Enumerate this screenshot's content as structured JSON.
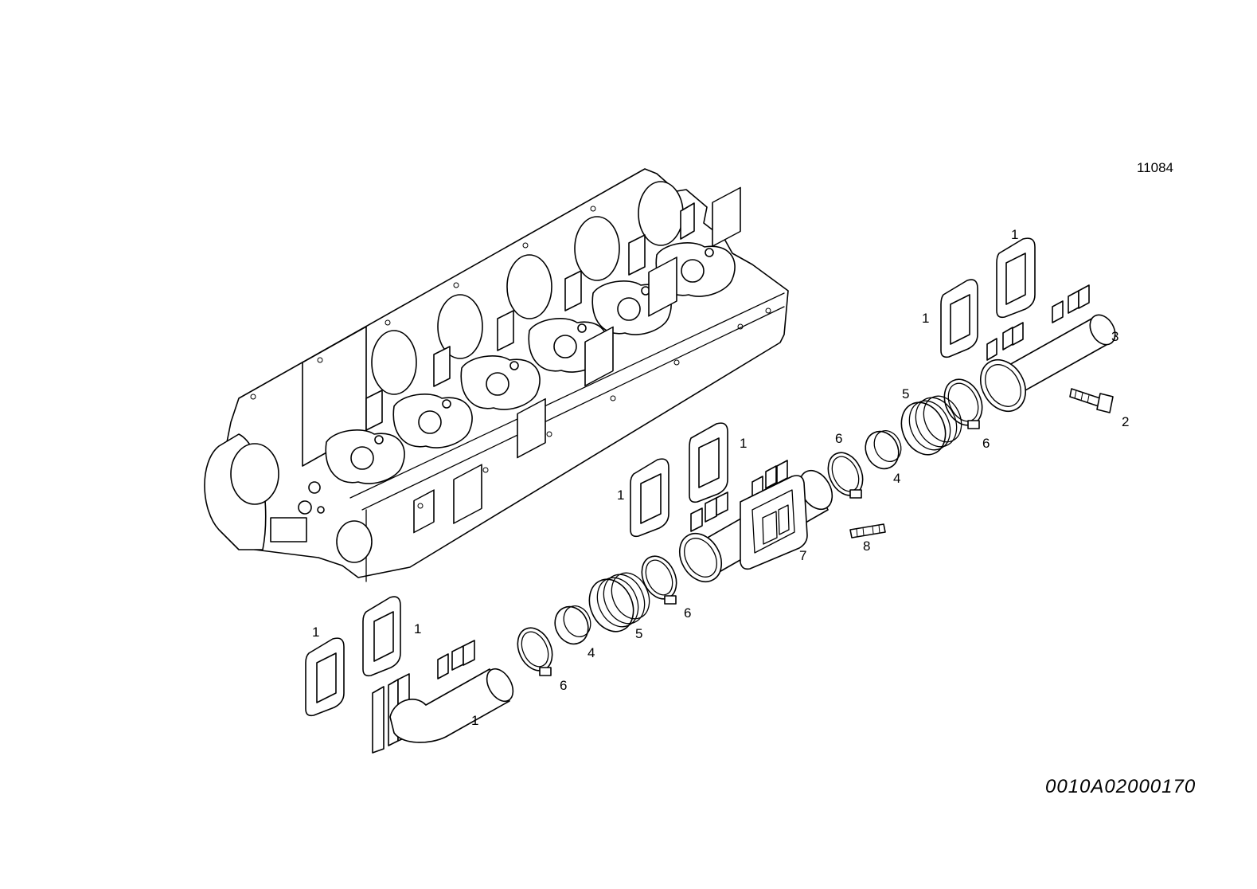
{
  "drawing": {
    "ref_number": "11084",
    "code": "0010A02000170"
  },
  "callouts": {
    "c1a": "1",
    "c1b": "1",
    "c1c": "1",
    "c1d": "1",
    "c1e": "1",
    "c1f": "1",
    "c1g": "1",
    "c2": "2",
    "c3": "3",
    "c4a": "4",
    "c4b": "4",
    "c5a": "5",
    "c5b": "5",
    "c6a": "6",
    "c6b": "6",
    "c6c": "6",
    "c6d": "6",
    "c7": "7",
    "c8": "8"
  }
}
